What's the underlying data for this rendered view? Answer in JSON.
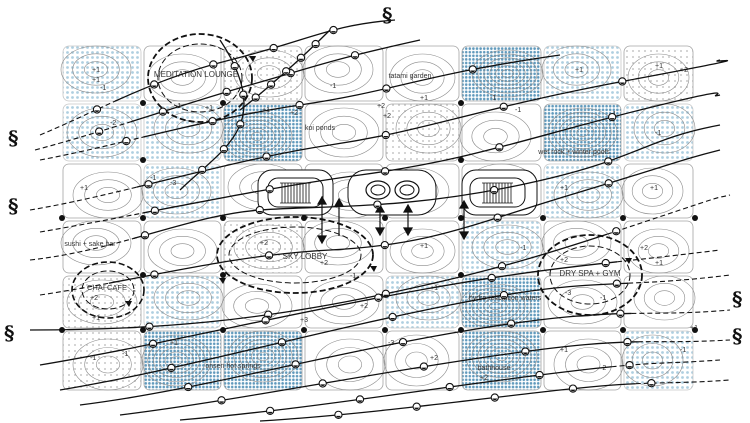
{
  "rooms": [
    {
      "id": "meditation",
      "label": "MEDITATION LOUNGE"
    },
    {
      "id": "tatami",
      "label": "tatami garden"
    },
    {
      "id": "koi",
      "label": "koi ponds"
    },
    {
      "id": "pools",
      "label": "wet rock + winter pools"
    },
    {
      "id": "sushi",
      "label": "sushi + sake bar"
    },
    {
      "id": "sky",
      "label": "SKY LOBBY"
    },
    {
      "id": "chai",
      "label": "CHAI CAFE"
    },
    {
      "id": "spa",
      "label": "DRY SPA + GYM"
    },
    {
      "id": "relax",
      "label": "hydro relaxation waters"
    },
    {
      "id": "onsen",
      "label": "onsen hot springs"
    },
    {
      "id": "bath",
      "label": "bathhouse"
    }
  ],
  "contour_labels": [
    "+1",
    "+2",
    "-1",
    "-2",
    "-3",
    "+3"
  ],
  "wind_symbol": "§",
  "colors": {
    "line": "#111111",
    "grid": "#9a9a9a",
    "dot_blue": "#6fa8c8",
    "dot_grey": "#b8b8b8",
    "contour": "#8a8a8a"
  }
}
